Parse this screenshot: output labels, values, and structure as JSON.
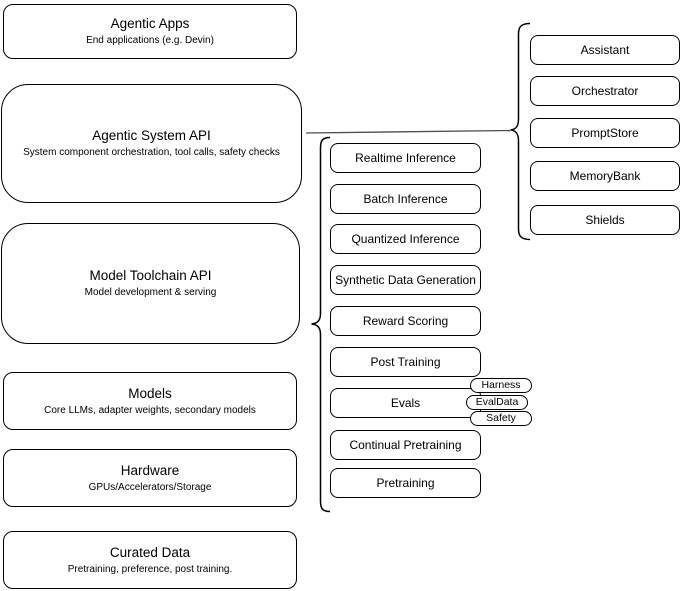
{
  "diagram": {
    "layers": [
      {
        "title": "Agentic Apps",
        "subtitle": "End applications (e.g. Devin)"
      },
      {
        "title": "Agentic System API",
        "subtitle": "System component orchestration, tool calls, safety checks"
      },
      {
        "title": "Model Toolchain API",
        "subtitle": "Model development & serving"
      },
      {
        "title": "Models",
        "subtitle": "Core LLMs, adapter weights, secondary models"
      },
      {
        "title": "Hardware",
        "subtitle": "GPUs/Accelerators/Storage"
      },
      {
        "title": "Curated Data",
        "subtitle": "Pretraining, preference, post training."
      }
    ],
    "toolchain": {
      "items": [
        "Realtime Inference",
        "Batch Inference",
        "Quantized Inference",
        "Synthetic Data Generation",
        "Reward Scoring",
        "Post Training",
        "Evals",
        "Continual Pretraining",
        "Pretraining"
      ]
    },
    "evals_tags": {
      "items": [
        "Harness",
        "EvalData",
        "Safety"
      ]
    },
    "system_components": {
      "items": [
        "Assistant",
        "Orchestrator",
        "PromptStore",
        "MemoryBank",
        "Shields"
      ]
    },
    "colors": {
      "stroke": "#000000",
      "connector_line": "#4d4d4d",
      "background": "#ffffff"
    }
  }
}
